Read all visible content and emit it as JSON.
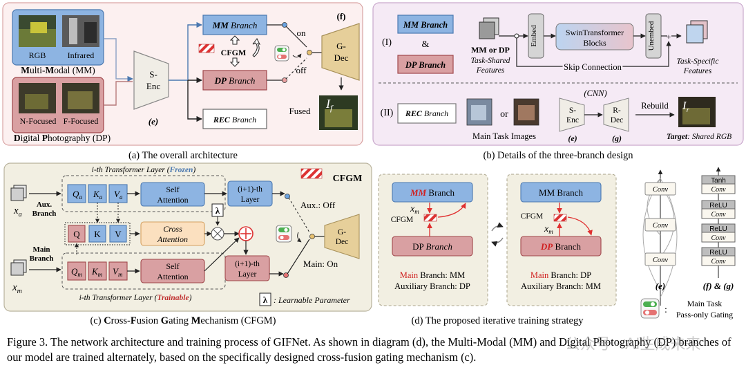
{
  "panel_a": {
    "rgb_label": "RGB",
    "infrared_label": "Infrared",
    "mm_title_bold1": "M",
    "mm_title_rest1": "ulti-",
    "mm_title_bold2": "M",
    "mm_title_rest2": "odal (MM)",
    "nfocused_label": "N-Focused",
    "ffocused_label": "F-Focused",
    "dp_title_bold1": "D",
    "dp_title_rest1": "igital ",
    "dp_title_bold2": "P",
    "dp_title_rest2": "hotography (DP)",
    "senc_line1": "S-",
    "senc_line2": "Enc",
    "senc_tag": "(e)",
    "mm_branch": "MM",
    "dp_branch": "DP",
    "branch_word": " Branch",
    "rec_bold": "REC",
    "rec_rest": " Branch",
    "cfgm": "CFGM",
    "on": "on",
    "off": "off",
    "f_tag": "(f)",
    "gdec_line1": "G-",
    "gdec_line2": "Dec",
    "fused": "Fused",
    "fused_symbol": "I",
    "fused_sub": "f",
    "caption": "(a) The overall architecture"
  },
  "panel_b": {
    "roman1": "(I)",
    "mm_branch": "MM Branch",
    "amp": "&",
    "dp_branch": "DP Branch",
    "shared_title": "MM or DP",
    "shared_sub1": "Task-Shared",
    "shared_sub2": "Features",
    "embed": "Embed",
    "swin_line1": "SwinTransformer",
    "swin_line2": "Blocks",
    "unembed": "Unembed",
    "skip": "Skip Connection",
    "specific1": "Task-Specific",
    "specific2": "Features",
    "roman2": "(II)",
    "rec_bold": "REC",
    "rec_rest": " Branch",
    "or": "or",
    "main_images": "Main Task Images",
    "cnn": "(CNN)",
    "senc1": "S-",
    "senc2": "Enc",
    "rdec1": "R-",
    "rdec2": "Dec",
    "e_tag": "(e)",
    "g_tag": "(g)",
    "rebuild": "Rebuild",
    "target_symbol": "I",
    "target_sub": "r",
    "target_bold": "Target",
    "target_rest": ": Shared RGB",
    "caption": "(b) Details of the three-branch design"
  },
  "panel_c": {
    "frozen_pre": "i-th Transformer Layer (",
    "frozen_word": "Frozen",
    "frozen_post": ")",
    "cfgm": "CFGM",
    "xa_sym": "x",
    "xa_sub": "a",
    "aux_line1": "Aux.",
    "aux_line2": "Branch",
    "qa": "Q",
    "qa_sub": "a",
    "ka": "K",
    "ka_sub": "a",
    "va": "V",
    "va_sub": "a",
    "self_att1": "Self",
    "self_att2": "Attention",
    "layer_i1_top": "(i+1)-th",
    "layer_top": "Layer",
    "lambda": "λ",
    "aux_off": "Aux.: Off",
    "q": "Q",
    "k": "K",
    "v": "V",
    "cross1": "Cross",
    "cross2": "Attention",
    "gdec1": "G-",
    "gdec2": "Dec",
    "main_line1": "Main",
    "main_line2": "Branch",
    "xm_sym": "x",
    "xm_sub": "m",
    "qm": "Q",
    "qm_sub": "m",
    "km": "K",
    "km_sub": "m",
    "vm": "V",
    "vm_sub": "m",
    "layer_i1_bot": "(i+1)-th",
    "layer_bot": "Layer",
    "main_on": "Main: On",
    "train_pre": "i-th Transformer Layer (",
    "train_word": "Trainable",
    "train_post": ")",
    "learnable": ": Learnable Parameter",
    "caption_parts": [
      "(c) ",
      "C",
      "ross-",
      "F",
      "usion ",
      "G",
      "ating ",
      "M",
      "echanism (CFGM)"
    ]
  },
  "panel_d": {
    "left_mm": "MM",
    "branch": " Branch",
    "xm_sym": "x",
    "xm_sub": "m",
    "cfgm": "CFGM",
    "dp": "DP ",
    "dp_branch_word": "Branch",
    "left_main_word": "Main",
    "left_main_rest": " Branch: MM",
    "left_aux": "Auxiliary Branch: DP",
    "right_mm_branch": "MM Branch",
    "right_dp": "DP",
    "right_main_word": "Main",
    "right_main_rest": " Branch: DP",
    "right_aux": "Auxiliary Branch: MM",
    "caption": "(d) The proposed iterative training strategy"
  },
  "panel_e": {
    "conv": "Conv",
    "tag": "(e)"
  },
  "panel_fg": {
    "tanh": "Tanh",
    "conv": "Conv",
    "relu": "ReLU",
    "tag": "(f) & (g)"
  },
  "gating_legend": {
    "colon": ":",
    "line1": "Main Task",
    "line2": "Pass-only Gating"
  },
  "figure_caption": "Figure 3. The network architecture and training process of GIFNet. As shown in diagram (d), the Multi-Modal (MM) and Digital Photography (DP) branches of our model are trained alternately, based on the specifically designed cross-fusion gating mechanism (c).",
  "watermark": "公众号 · AI生成未来",
  "colors": {
    "blue_fill": "#8db4e2",
    "blue_stroke": "#4a78b0",
    "red_fill": "#d9a0a2",
    "red_stroke": "#a0474b",
    "panel_a_bg": "#fcf0f0",
    "panel_b_bg": "#f5eaf5",
    "panel_cd_bg": "#f2efe2",
    "gdec_fill": "#e6cf9a",
    "enc_fill": "#f0ede6",
    "cross_fill": "#fbe0bf",
    "accent_red": "#e03030"
  }
}
